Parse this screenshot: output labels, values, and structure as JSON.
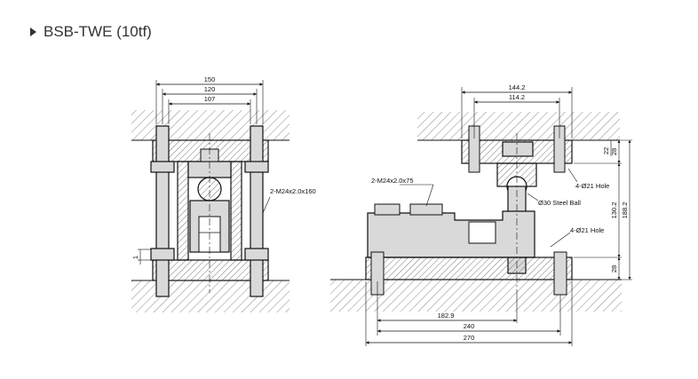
{
  "header": {
    "title": "BSB-TWE (10tf)"
  },
  "left_view": {
    "dims": {
      "d150": "150",
      "d120": "120",
      "d107": "107",
      "d1": "1"
    },
    "labels": {
      "bolt": "2-M24x2.0x160"
    }
  },
  "right_view": {
    "dims": {
      "d144": "144.2",
      "d114": "114.2",
      "d22": "22",
      "d28a": "28",
      "d130": "130.2",
      "d188": "188.2",
      "d28b": "28",
      "d182": "182.9",
      "d240": "240",
      "d270": "270"
    },
    "labels": {
      "bolt": "2-M24x2.0x75",
      "hole_top": "4-Ø21 Hole",
      "ball": "Ø30 Steel Ball",
      "hole_bottom": "4-Ø21 Hole"
    }
  },
  "colors": {
    "line": "#111111",
    "part_fill": "#d9d9d9",
    "part_dark": "#bdbdbd",
    "hatch": "#888888"
  }
}
